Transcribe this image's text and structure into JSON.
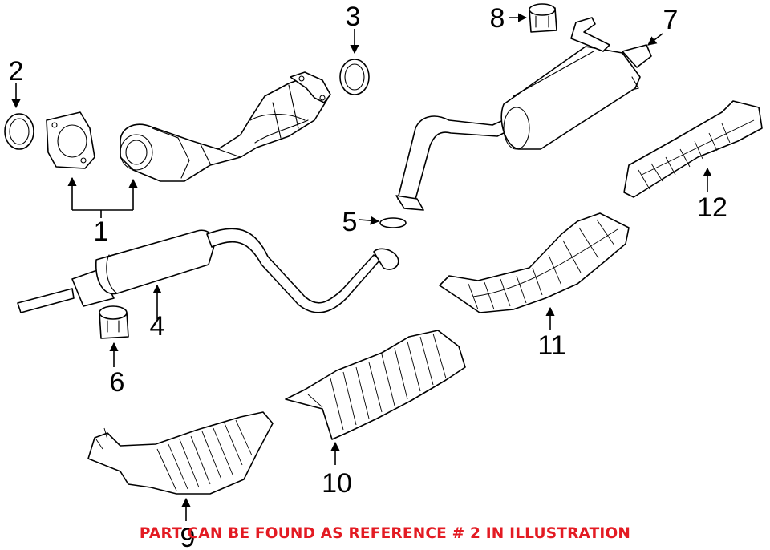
{
  "callouts": [
    {
      "id": "1",
      "label": "1"
    },
    {
      "id": "2",
      "label": "2"
    },
    {
      "id": "3",
      "label": "3"
    },
    {
      "id": "4",
      "label": "4"
    },
    {
      "id": "5",
      "label": "5"
    },
    {
      "id": "6",
      "label": "6"
    },
    {
      "id": "7",
      "label": "7"
    },
    {
      "id": "8",
      "label": "8"
    },
    {
      "id": "9",
      "label": "9"
    },
    {
      "id": "10",
      "label": "10"
    },
    {
      "id": "11",
      "label": "11"
    },
    {
      "id": "12",
      "label": "12"
    }
  ],
  "notice": {
    "text": "PART CAN BE FOUND AS REFERENCE # 2 IN ILLUSTRATION",
    "color": "#e31b23"
  }
}
